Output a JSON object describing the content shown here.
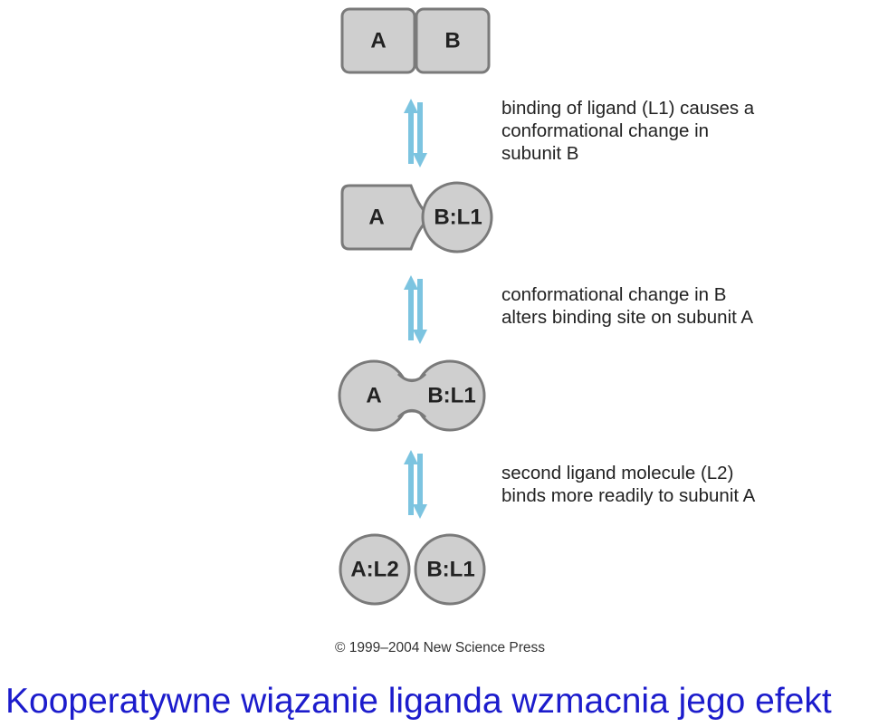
{
  "stages": [
    {
      "name": "stage-1",
      "subunit_a": "A",
      "subunit_b": "B"
    },
    {
      "name": "stage-2",
      "subunit_a": "A",
      "subunit_b": "B:L1"
    },
    {
      "name": "stage-3",
      "subunit_a": "A",
      "subunit_b": "B:L1"
    },
    {
      "name": "stage-4",
      "subunit_a": "A:L2",
      "subunit_b": "B:L1"
    }
  ],
  "captions": [
    {
      "line1": "binding of ligand (L1) causes a",
      "line2": "conformational change in",
      "line3": "subunit B"
    },
    {
      "line1": "conformational change in B",
      "line2": "alters binding site on subunit A"
    },
    {
      "line1": "second ligand molecule (L2)",
      "line2": "binds more readily to subunit A"
    }
  ],
  "copyright": "© 1999–2004 New Science Press",
  "title": "Kooperatywne wiązanie liganda wzmacnia jego efekt",
  "colors": {
    "subunit_fill": "#cfcfcf",
    "subunit_stroke": "#7a7a7a",
    "arrow": "#7cc4e0",
    "title": "#1c1ccc"
  }
}
